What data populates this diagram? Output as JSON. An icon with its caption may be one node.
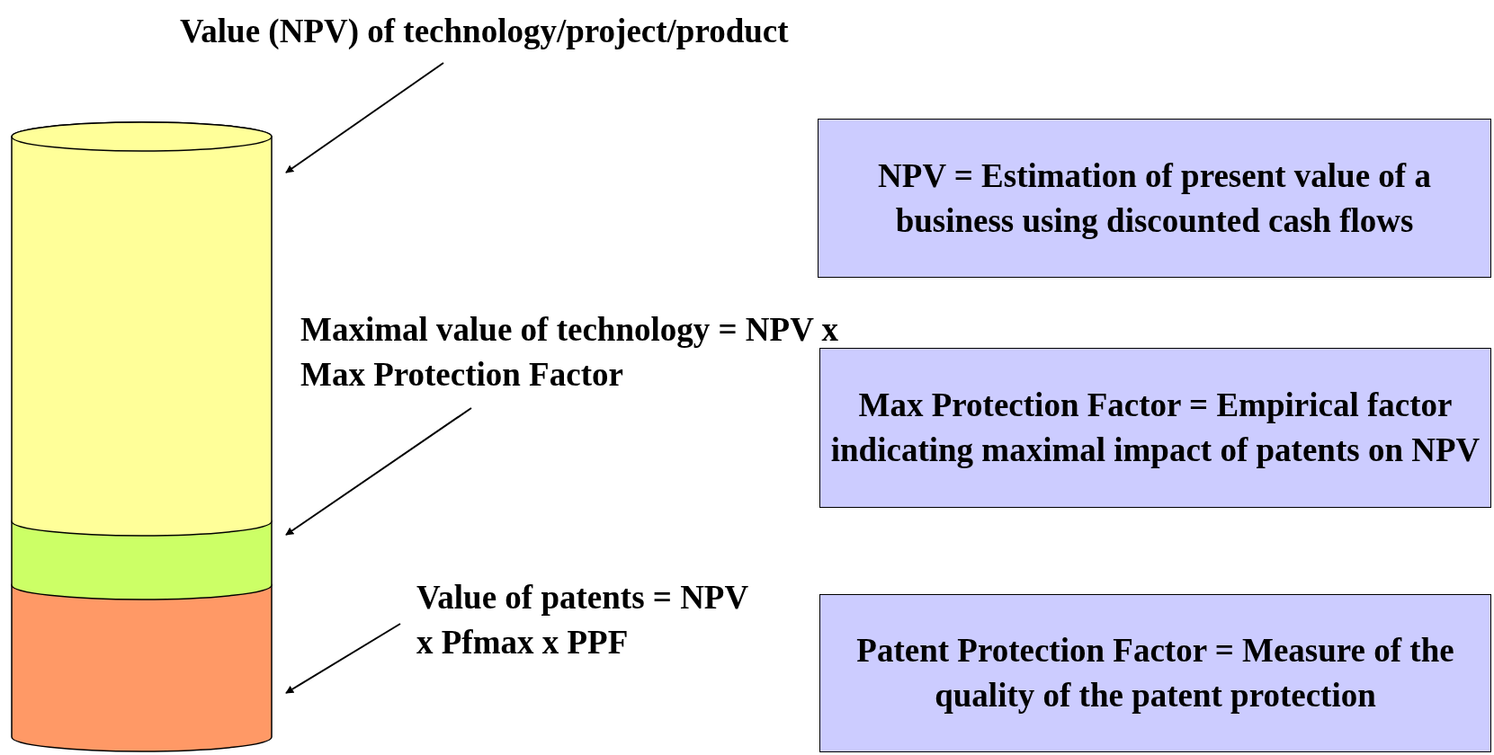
{
  "diagram": {
    "nodes": [
      {
        "text": [
          "Value (NPV) of technology/project/product"
        ]
      },
      {
        "text": [],
        "shape": "cylinder"
      },
      {
        "text": [
          "NPV = Estimation of present value of a business using discounted cash flows"
        ]
      },
      {
        "text": [
          "Maximal value of technology = NPV x Max Protection Factor"
        ]
      },
      {
        "text": [
          "Max Protection Factor = Empirical factor indicating maximal impact of patents on NPV"
        ]
      },
      {
        "text": [],
        "shape": "cylinder"
      },
      {
        "text": [
          "Value of patents = NPV x Pfmax x PPF"
        ]
      },
      {
        "text": [
          "Patent Protection Factor = Measure of the quality of the patent protection"
        ]
      },
      {
        "text": [],
        "shape": "cylinder"
      }
    ],
    "edges": [
      {
        "from": 0,
        "to": 1,
        "arrow": "to"
      },
      {
        "from": 3,
        "to": 5,
        "arrow": "to"
      },
      {
        "from": 6,
        "to": 8,
        "arrow": "to"
      }
    ]
  }
}
